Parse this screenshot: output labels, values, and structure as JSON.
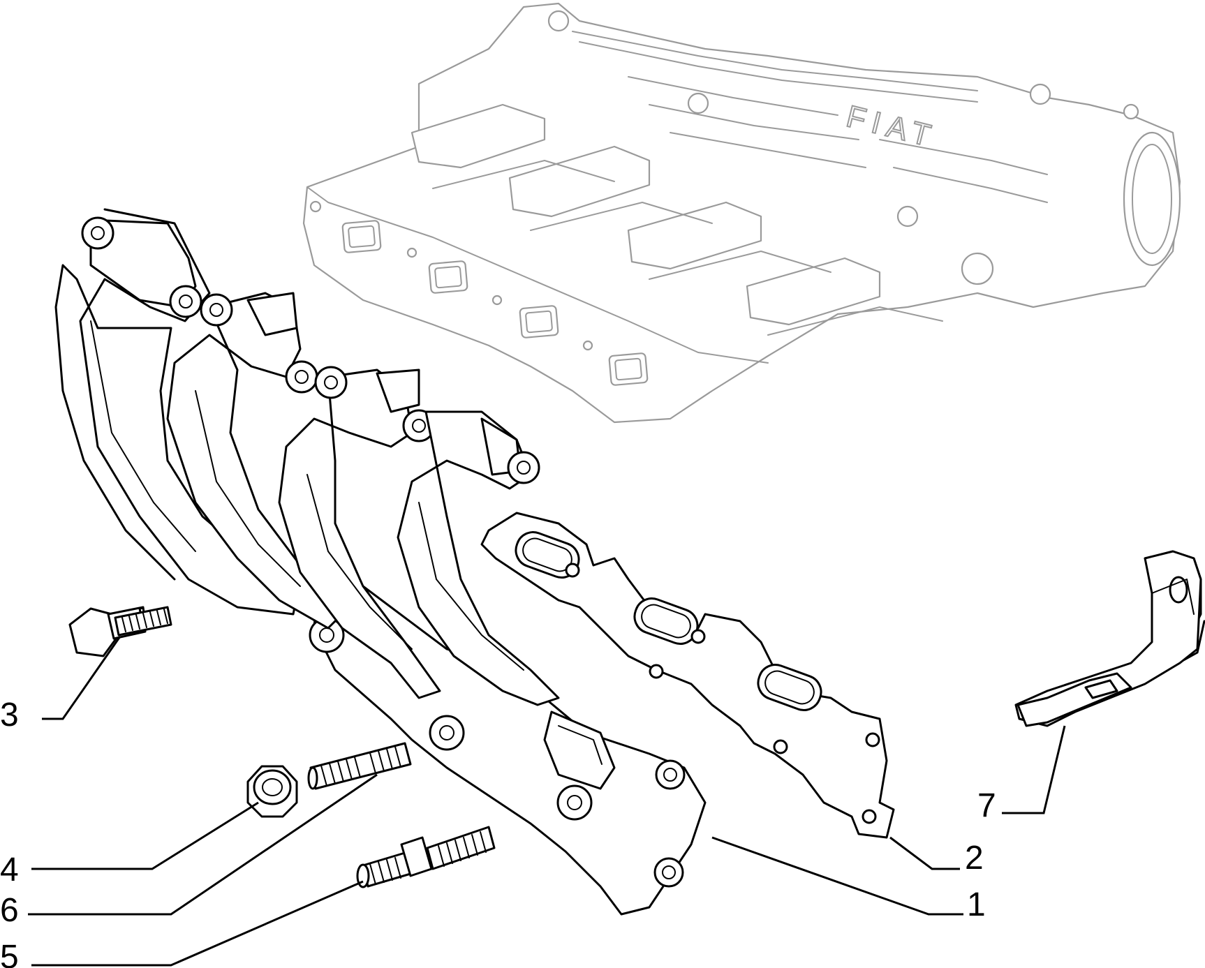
{
  "diagram": {
    "brand_mark": "FIAT",
    "callouts": [
      {
        "id": "1",
        "label": "1"
      },
      {
        "id": "2",
        "label": "2"
      },
      {
        "id": "3",
        "label": "3"
      },
      {
        "id": "4",
        "label": "4"
      },
      {
        "id": "5",
        "label": "5"
      },
      {
        "id": "6",
        "label": "6"
      },
      {
        "id": "7",
        "label": "7"
      }
    ]
  }
}
